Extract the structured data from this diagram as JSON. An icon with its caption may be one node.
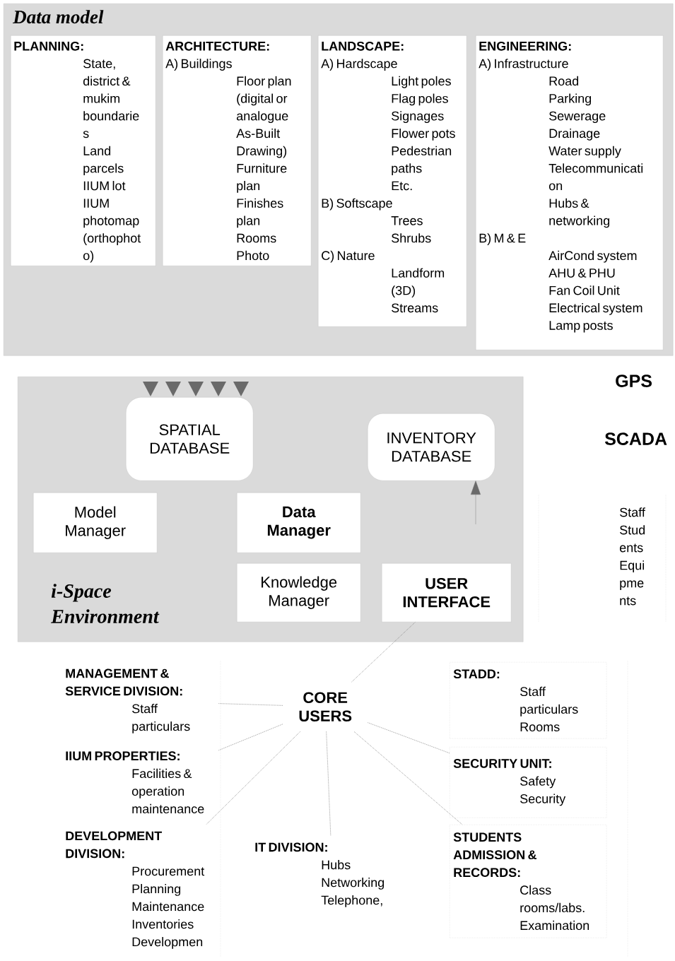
{
  "diagram": {
    "nodes": [
      {
        "text": [
          "Data model"
        ]
      },
      {
        "text": [
          "PLANNING:",
          "State, district & mukim boundarie s",
          "Land parcels",
          "IIUM lot",
          "IIUM photomap (orthophot o)"
        ],
        "in": 0
      },
      {
        "text": [
          "ARCHITECTURE:",
          "A) Buildings",
          "Floor plan (digital or analogue As-Built Drawing)",
          "Furniture plan",
          "Finishes plan",
          "Rooms",
          "Photo"
        ],
        "in": 0
      },
      {
        "text": [
          "LANDSCAPE:",
          "A) Hardscape",
          "Light poles",
          "Flag poles",
          "Signages",
          "Flower pots",
          "Pedestrian paths",
          "Etc.",
          "B) Softscape",
          "Trees",
          "Shrubs",
          "C) Nature",
          "Landform (3D)",
          "Streams"
        ],
        "in": 0
      },
      {
        "text": [
          "ENGINEERING:",
          "A) Infrastructure",
          "Road",
          "Parking",
          "Sewerage",
          "Drainage",
          "Water supply",
          "Telecommunicati on",
          "Hubs & networking",
          "B) M & E",
          "AirCond system",
          "AHU & PHU",
          "Fan Coil Unit",
          "Electrical system",
          "Lamp posts"
        ],
        "in": 0
      },
      {
        "text": [
          "i-Space Environment"
        ]
      },
      {
        "text": [
          "SPATIAL DATABASE"
        ],
        "in": 5
      },
      {
        "text": [
          "INVENTORY DATABASE"
        ],
        "in": 5
      },
      {
        "text": [
          "Model Manager"
        ],
        "in": 5
      },
      {
        "text": [
          "Data Manager"
        ],
        "in": 5
      },
      {
        "text": [
          "Knowledge Manager"
        ],
        "in": 5
      },
      {
        "text": [
          "USER INTERFACE"
        ],
        "in": 5
      },
      {
        "text": [
          "CORE USERS"
        ]
      },
      {
        "text": [
          "MANAGEMENT & SERVICE DIVISION:",
          "Staff particulars"
        ]
      },
      {
        "text": [
          "IIUM PROPERTIES:",
          "Facilities & operation maintenance"
        ]
      },
      {
        "text": [
          "DEVELOPMENT DIVISION:",
          "Procurement",
          "Planning",
          "Maintenance",
          "Inventories",
          "Developmen"
        ]
      },
      {
        "text": [
          "IT DIVISION:",
          "Hubs",
          "Networking",
          "Telephone,"
        ]
      },
      {
        "text": [
          "STADD:",
          "Staff particulars",
          "Rooms"
        ]
      },
      {
        "text": [
          "SECURITY UNIT:",
          "Safety",
          "Security"
        ]
      },
      {
        "text": [
          "STUDENTS ADMISSION & RECORDS:",
          "Class rooms/labs.",
          "Examination"
        ]
      }
    ],
    "edges": [
      {
        "from": null,
        "to": 7,
        "arrow": "to"
      },
      {
        "from": 12,
        "to": 11,
        "arrow": "none",
        "style": "dashed"
      },
      {
        "from": 12,
        "to": 13,
        "arrow": "none",
        "style": "dashed"
      },
      {
        "from": 12,
        "to": 14,
        "arrow": "none",
        "style": "dashed"
      },
      {
        "from": 12,
        "to": 15,
        "arrow": "none",
        "style": "dashed"
      },
      {
        "from": 12,
        "to": 16,
        "arrow": "none",
        "style": "dashed"
      },
      {
        "from": 12,
        "to": 18,
        "arrow": "none",
        "style": "dashed"
      },
      {
        "from": 12,
        "to": 19,
        "arrow": "none",
        "style": "dashed"
      }
    ],
    "labels": [
      "GPS",
      "SCADA",
      "Staff",
      "Stud ents",
      "Equi pme nts"
    ]
  }
}
